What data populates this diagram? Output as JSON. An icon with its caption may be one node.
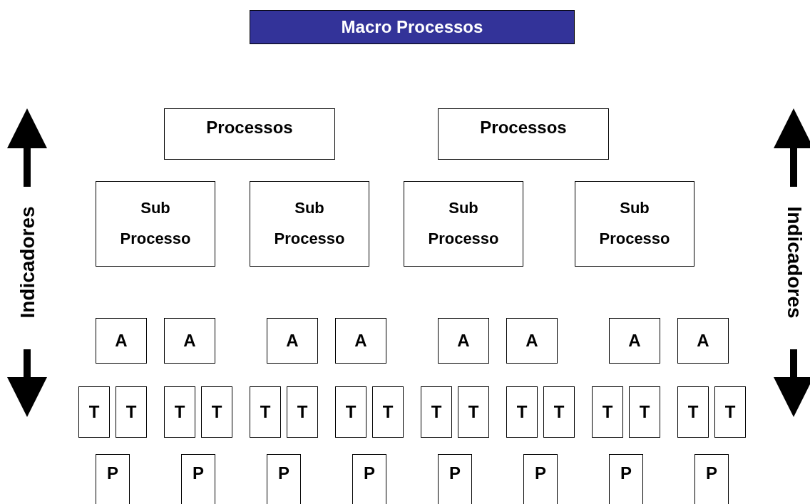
{
  "diagram": {
    "nodes": [
      {
        "text": [
          "Macro Processos"
        ]
      },
      {
        "text": [
          "Processos"
        ]
      },
      {
        "text": [
          "Processos"
        ]
      },
      {
        "text": [
          "Sub Processo"
        ]
      },
      {
        "text": [
          "Sub Processo"
        ]
      },
      {
        "text": [
          "Sub Processo"
        ]
      },
      {
        "text": [
          "Sub Processo"
        ]
      },
      {
        "text": [
          "A"
        ]
      },
      {
        "text": [
          "A"
        ]
      },
      {
        "text": [
          "A"
        ]
      },
      {
        "text": [
          "A"
        ]
      },
      {
        "text": [
          "A"
        ]
      },
      {
        "text": [
          "A"
        ]
      },
      {
        "text": [
          "A"
        ]
      },
      {
        "text": [
          "A"
        ]
      },
      {
        "text": [
          "T"
        ]
      },
      {
        "text": [
          "T"
        ]
      },
      {
        "text": [
          "T"
        ]
      },
      {
        "text": [
          "T"
        ]
      },
      {
        "text": [
          "T"
        ]
      },
      {
        "text": [
          "T"
        ]
      },
      {
        "text": [
          "T"
        ]
      },
      {
        "text": [
          "T"
        ]
      },
      {
        "text": [
          "T"
        ]
      },
      {
        "text": [
          "T"
        ]
      },
      {
        "text": [
          "T"
        ]
      },
      {
        "text": [
          "T"
        ]
      },
      {
        "text": [
          "T"
        ]
      },
      {
        "text": [
          "T"
        ]
      },
      {
        "text": [
          "T"
        ]
      },
      {
        "text": [
          "T"
        ]
      },
      {
        "text": [
          "P"
        ]
      },
      {
        "text": [
          "P"
        ]
      },
      {
        "text": [
          "P"
        ]
      },
      {
        "text": [
          "P"
        ]
      },
      {
        "text": [
          "P"
        ]
      },
      {
        "text": [
          "P"
        ]
      },
      {
        "text": [
          "P"
        ]
      },
      {
        "text": [
          "P"
        ]
      }
    ],
    "labels": [
      "Indicadores",
      "Indicadores"
    ]
  }
}
